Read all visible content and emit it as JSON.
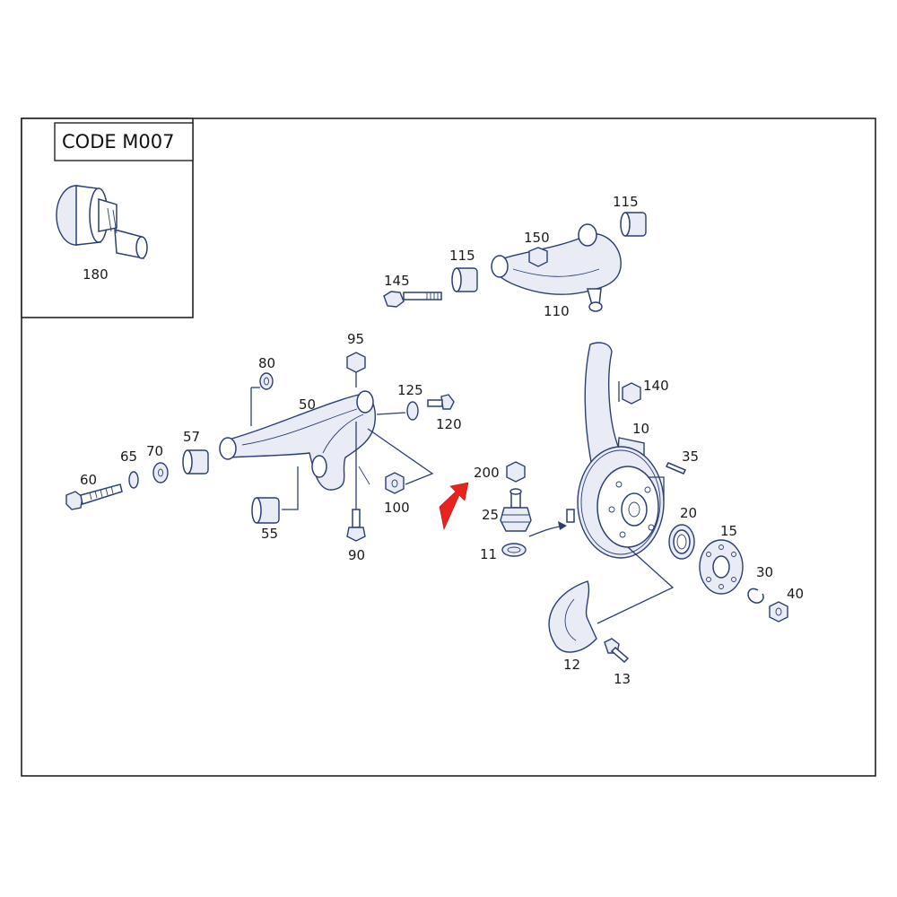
{
  "inset": {
    "code_label": "CODE M007",
    "part": "180"
  },
  "parts": {
    "p10": "10",
    "p11": "11",
    "p12": "12",
    "p13": "13",
    "p15": "15",
    "p20": "20",
    "p25": "25",
    "p30": "30",
    "p35": "35",
    "p40": "40",
    "p50": "50",
    "p55": "55",
    "p57": "57",
    "p60": "60",
    "p65": "65",
    "p70": "70",
    "p80": "80",
    "p90": "90",
    "p95": "95",
    "p100": "100",
    "p110": "110",
    "p115a": "115",
    "p115b": "115",
    "p120": "120",
    "p125": "125",
    "p140": "140",
    "p145": "145",
    "p150": "150",
    "p200": "200"
  },
  "colors": {
    "line": "#2a3f73",
    "highlight_arrow": "#e8231f",
    "frame": "#222222"
  }
}
